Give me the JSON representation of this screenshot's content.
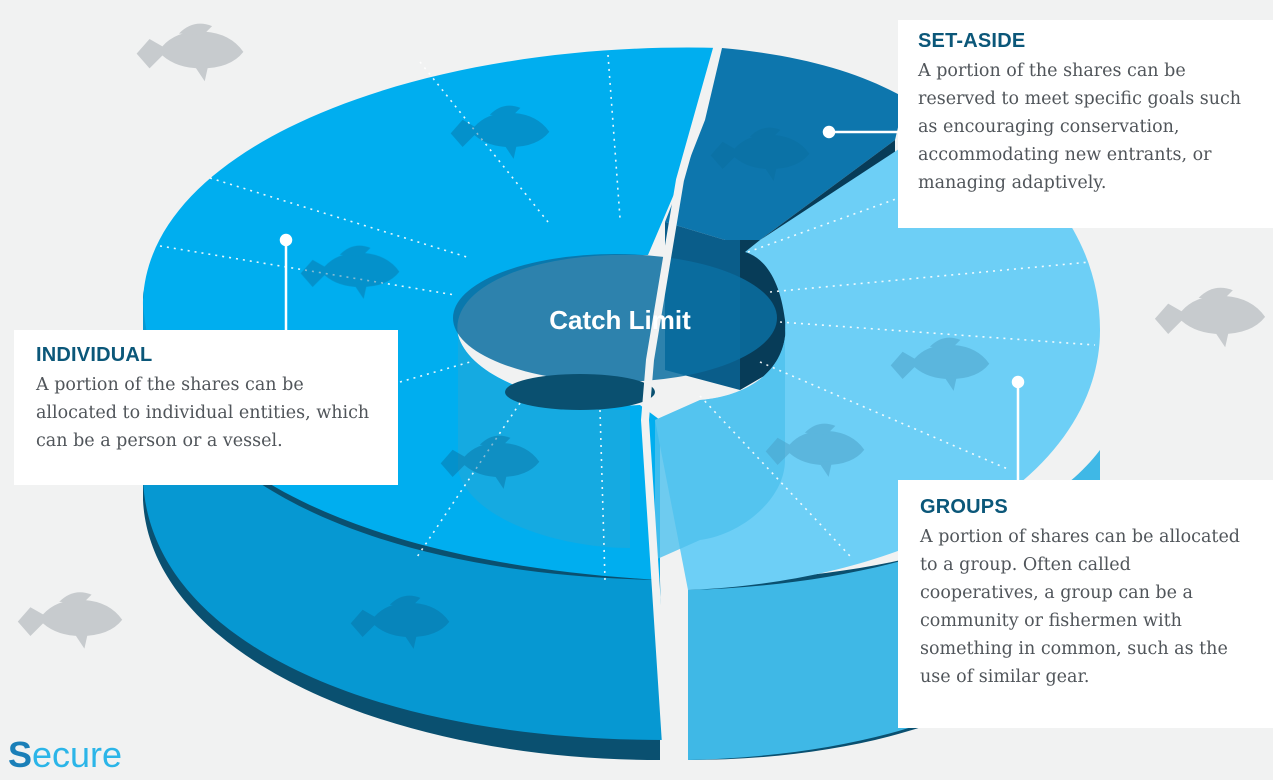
{
  "diagram": {
    "center_label": "Catch Limit",
    "segments": [
      {
        "key": "individual",
        "color": "#00aeef",
        "dark": "#0a5070",
        "mid": "#0698d2"
      },
      {
        "key": "set_aside",
        "color": "#0d76ad",
        "dark": "#073c58",
        "mid": "#0a5d8a"
      },
      {
        "key": "groups",
        "color": "#6dcff6",
        "dark": "#0a5070",
        "mid": "#3fb8e6"
      }
    ]
  },
  "callouts": {
    "set_aside": {
      "title": "SET-ASIDE",
      "body": "A portion of the shares can be reserved to meet specific goals such as encouraging conservation, accommodating new entrants, or managing adaptively."
    },
    "individual": {
      "title": "INDIVIDUAL",
      "body": "A portion of the shares can be allocated to individual entities, which can be a person or a vessel."
    },
    "groups": {
      "title": "GROUPS",
      "body": "A portion of shares can be allocated to a group.  Often called cooperatives, a group can be a community or fishermen with something in common, such as the use of similar gear."
    }
  },
  "brand": {
    "first": "S",
    "rest": "ecure"
  },
  "colors": {
    "background": "#f1f2f2",
    "title": "#0b5779",
    "body_text": "#50555a",
    "brand": "#2bb5e8"
  },
  "icons": [
    "fish-icon"
  ]
}
